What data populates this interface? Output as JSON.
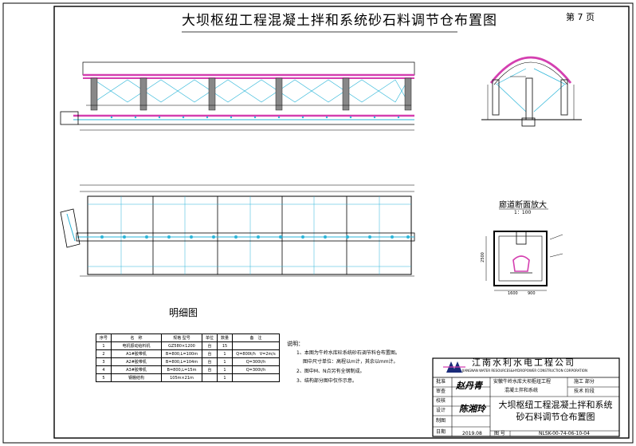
{
  "title": "大坝枢纽工程混凝土拌和系统砂石料调节仓布置图",
  "page_label": "第 7 页",
  "detail_table": {
    "title": "明细图",
    "headers": [
      "序号",
      "名　称",
      "规格 型号",
      "单位",
      "数量",
      "备　注"
    ],
    "rows": [
      [
        "1",
        "电机振动给料机",
        "GZ580×1200",
        "台",
        "15",
        ""
      ],
      [
        "2",
        "A1#胶带机",
        "B=800,L=100m",
        "台",
        "1",
        "Q=800t/h　V=2m/s"
      ],
      [
        "3",
        "A2#胶带机",
        "B=800,L=104m",
        "台",
        "1",
        "Q=300t/h"
      ],
      [
        "4",
        "A3#胶带机",
        "B=800,L=15m",
        "台",
        "1",
        "Q=300t/h"
      ],
      [
        "5",
        "钢棚结构",
        "105m×21m",
        "",
        "1",
        ""
      ]
    ]
  },
  "notes": {
    "title": "说明：",
    "items": [
      "1、本图为牛岭水库砼系统砂石调节料仓布置图。",
      "图中尺寸单位：高程以m计，其余以mm计。",
      "2、图中M、N点另有全钢制成。",
      "3、结构部分图中仅作示意。"
    ]
  },
  "section_view": {
    "title": "廊道断面放大",
    "scale": "1：100",
    "dims": [
      "1600",
      "900",
      "2500"
    ]
  },
  "title_block": {
    "company": "江南水利水电工程公司",
    "company_en": "JIANGNAN WATER RESOURCES&HYDROPOWER CONSTRUCTION CORPORATION",
    "project_line1": "安徽牛岭水库大坝枢纽工程",
    "project_line2": "混凝土拌和系统",
    "stage_label": "施工 部分",
    "phase_label": "技术 阶段",
    "roles": [
      "批准",
      "审查",
      "校核",
      "设计",
      "制图",
      "日期"
    ],
    "drawing_title": "大坝枢纽工程混凝土拌和系统砂石料调节仓布置图",
    "date": "2019.08",
    "drawing_no_label": "图 号",
    "drawing_no": "NLSK-00-74-06-10-04",
    "sig_main": "赵丹青",
    "sig_check": "陈湘玲"
  },
  "colors": {
    "structure": "#d43fb0",
    "bracing": "#2bb5d8",
    "line": "#000000",
    "steel": "#666666",
    "logo_blue": "#1a2b7a"
  }
}
